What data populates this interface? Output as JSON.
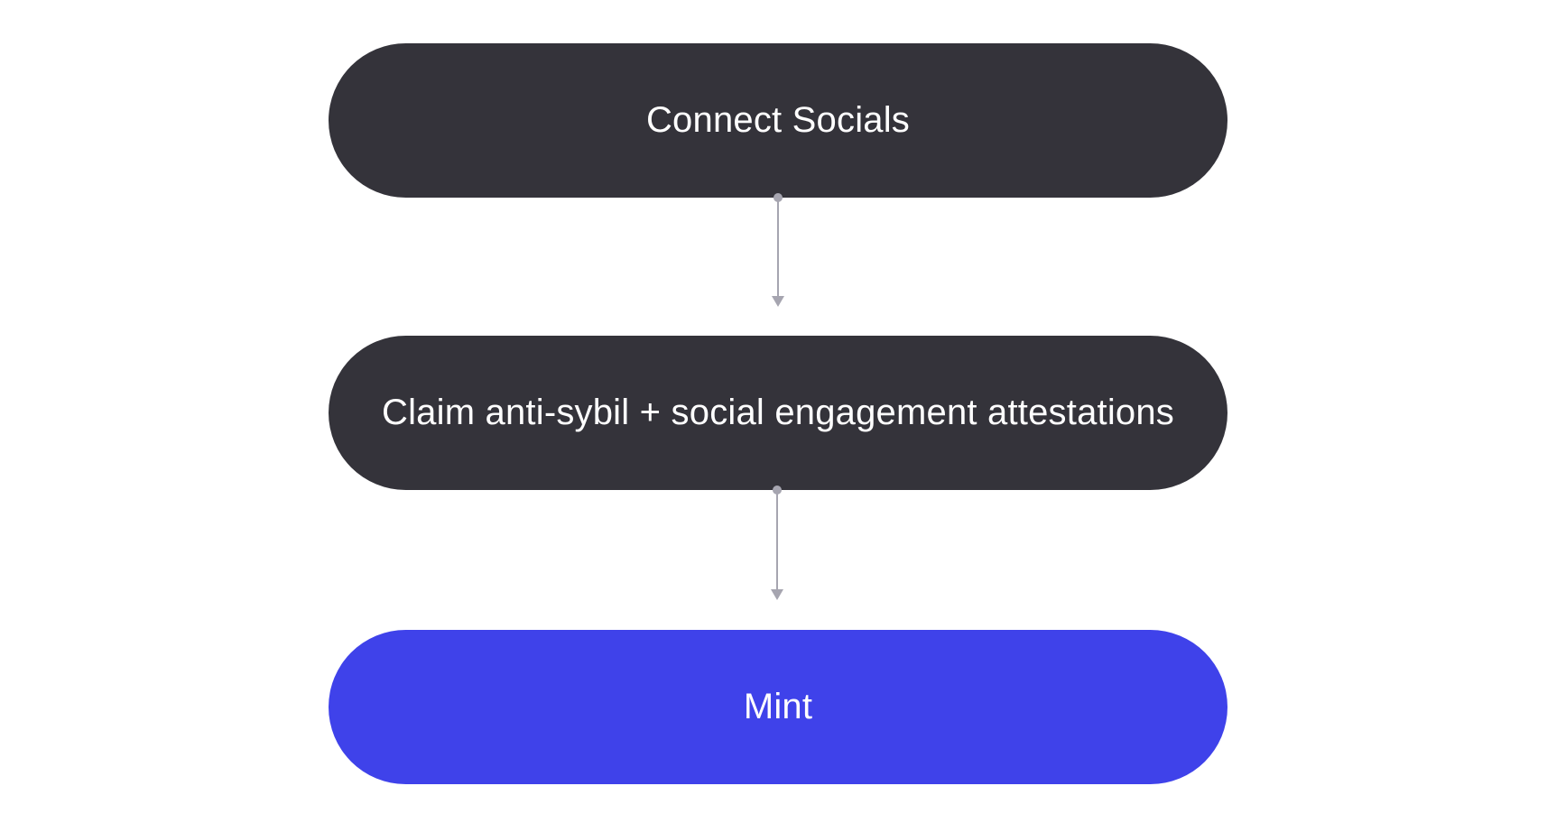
{
  "colors": {
    "background": "#ffffff",
    "step_dark": "#34333a",
    "step_accent": "#3f42ea",
    "connector": "#a6a5b0",
    "text": "#ffffff"
  },
  "flow": {
    "steps": [
      {
        "label": "Connect Socials",
        "style": "dark"
      },
      {
        "label": "Claim anti-sybil + social engagement attestations",
        "style": "dark"
      },
      {
        "label": "Mint",
        "style": "accent"
      }
    ],
    "connectors": [
      {
        "from": 0,
        "to": 1,
        "type": "arrow-down"
      },
      {
        "from": 1,
        "to": 2,
        "type": "arrow-down"
      }
    ]
  }
}
